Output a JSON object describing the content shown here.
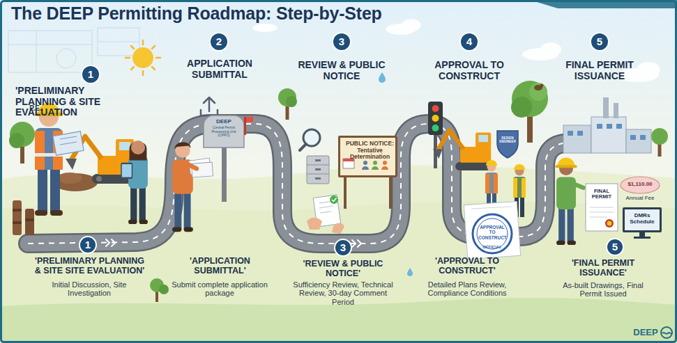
{
  "diagram": {
    "title": "The DEEP Permitting Roadmap: Step-by-Step",
    "nodes": [
      {
        "text": [
          "1",
          "'PRELIMINARY PLANNING & SITE EVALUATION"
        ]
      },
      {
        "text": [
          "2",
          "APPLICATION SUBMITTAL"
        ]
      },
      {
        "text": [
          "3",
          "REVIEW & PUBLIC NOTICE"
        ]
      },
      {
        "text": [
          "4",
          "APPROVAL TO CONSTRUCT"
        ]
      },
      {
        "text": [
          "5",
          "FINAL PERMIT ISSUANCE"
        ]
      },
      {
        "text": [
          "PUBLIC NOTICE: Tentative Determination"
        ]
      },
      {
        "text": [
          "1",
          "'PRELIMINARY PLANNING & SITE SITE EVALUATION'",
          "Initial Discussion, Site Investigation"
        ]
      },
      {
        "text": [
          "3",
          "'REVIEW & PUBLIC NOTICE'",
          "Sufficiency Review, Technical Review, 30-day Comment Period"
        ]
      },
      {
        "text": [
          "5",
          "'FINAL PERMIT ISSUANCE'",
          "As-built Drawings, Final Permit Issued"
        ]
      }
    ],
    "labels": [
      "P.E.",
      "DEEP",
      "Central Permit Processing Unit (CPPU)",
      "OFFICIAL",
      "APPROVAL TO CONSTRUCT",
      "DESIGN ENGINEER",
      "$1,110.00",
      "Annual Fee",
      "DMRs Schedule",
      "FINAL PERMIT",
      "'APPLICATION SUBMITTAL'",
      "Submit complete application package",
      "'APPROVAL TO CONSTRUCT'",
      "Detailed Plans Review, Compliance Conditions",
      "DEEP"
    ]
  }
}
